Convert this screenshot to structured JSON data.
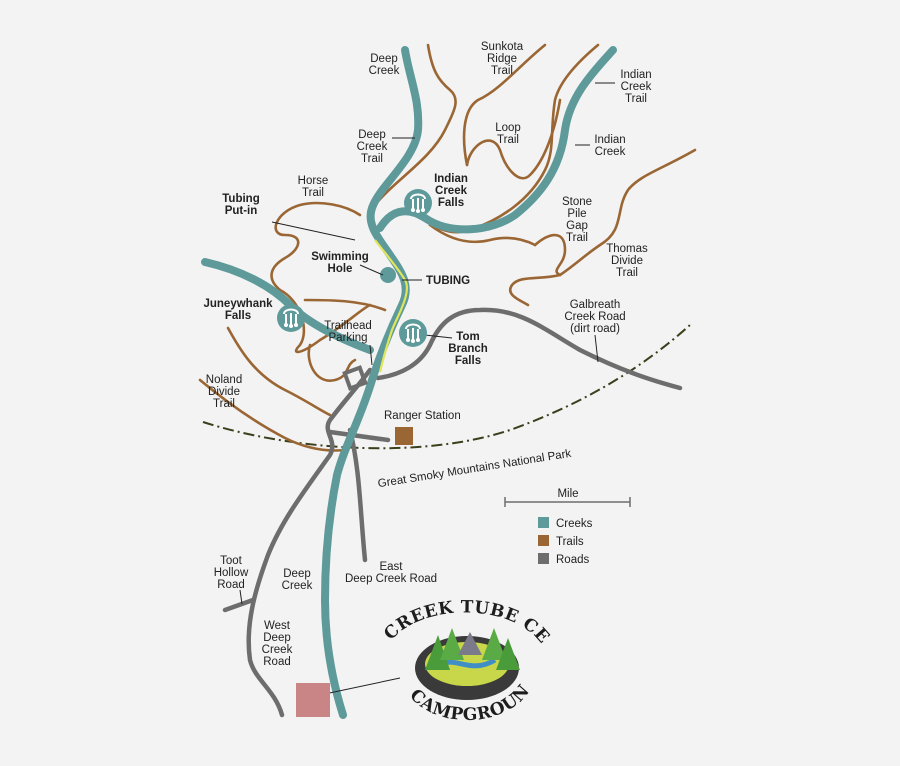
{
  "colors": {
    "creek": "#5f9a9b",
    "trail": "#9a6634",
    "road": "#6d6d6d",
    "campground": "#c98585",
    "ranger_station": "#9a6634",
    "tubing_route": "#dfe65a"
  },
  "labels": {
    "deep_creek_top": [
      "Deep",
      "Creek"
    ],
    "sunkota": [
      "Sunkota",
      "Ridge",
      "Trail"
    ],
    "indian_creek_trail": [
      "Indian",
      "Creek",
      "Trail"
    ],
    "deep_creek_trail": [
      "Deep",
      "Creek",
      "Trail"
    ],
    "loop_trail": [
      "Loop",
      "Trail"
    ],
    "indian_creek": [
      "Indian",
      "Creek"
    ],
    "horse_trail": [
      "Horse",
      "Trail"
    ],
    "indian_creek_falls": [
      "Indian",
      "Creek",
      "Falls"
    ],
    "tubing_put_in": [
      "Tubing",
      "Put-in"
    ],
    "stone_pile": [
      "Stone",
      "Pile",
      "Gap",
      "Trail"
    ],
    "swimming_hole": [
      "Swimming",
      "Hole"
    ],
    "tubing": "TUBING",
    "thomas_divide": [
      "Thomas",
      "Divide",
      "Trail"
    ],
    "galbreath": [
      "Galbreath",
      "Creek Road",
      "(dirt road)"
    ],
    "juneywhank": [
      "Juneywhank",
      "Falls"
    ],
    "trailhead": [
      "Trailhead",
      "Parking"
    ],
    "tom_branch": [
      "Tom",
      "Branch",
      "Falls"
    ],
    "noland": [
      "Noland",
      "Divide",
      "Trail"
    ],
    "ranger_station": "Ranger Station",
    "park": "Great Smoky Mountains National Park",
    "toot_hollow": [
      "Toot",
      "Hollow",
      "Road"
    ],
    "deep_creek_lower": [
      "Deep",
      "Creek"
    ],
    "east_deep_creek_road": [
      "East",
      "Deep Creek Road"
    ],
    "west_deep_creek_road": [
      "West",
      "Deep",
      "Creek",
      "Road"
    ]
  },
  "legend": {
    "scale_label": "Mile",
    "items": [
      {
        "label": "Creeks",
        "color": "#5f9a9b"
      },
      {
        "label": "Trails",
        "color": "#9a6634"
      },
      {
        "label": "Roads",
        "color": "#6d6d6d"
      }
    ]
  },
  "logo": {
    "line1": "DEEP CREEK TUBE CENTER",
    "line2": "& CAMPGROUND"
  },
  "icons": {
    "waterfall": "waterfall-icon",
    "parking": "parking-icon",
    "ranger": "ranger-station-icon",
    "campground": "campground-marker-icon",
    "logo": "tube-center-logo-icon"
  }
}
